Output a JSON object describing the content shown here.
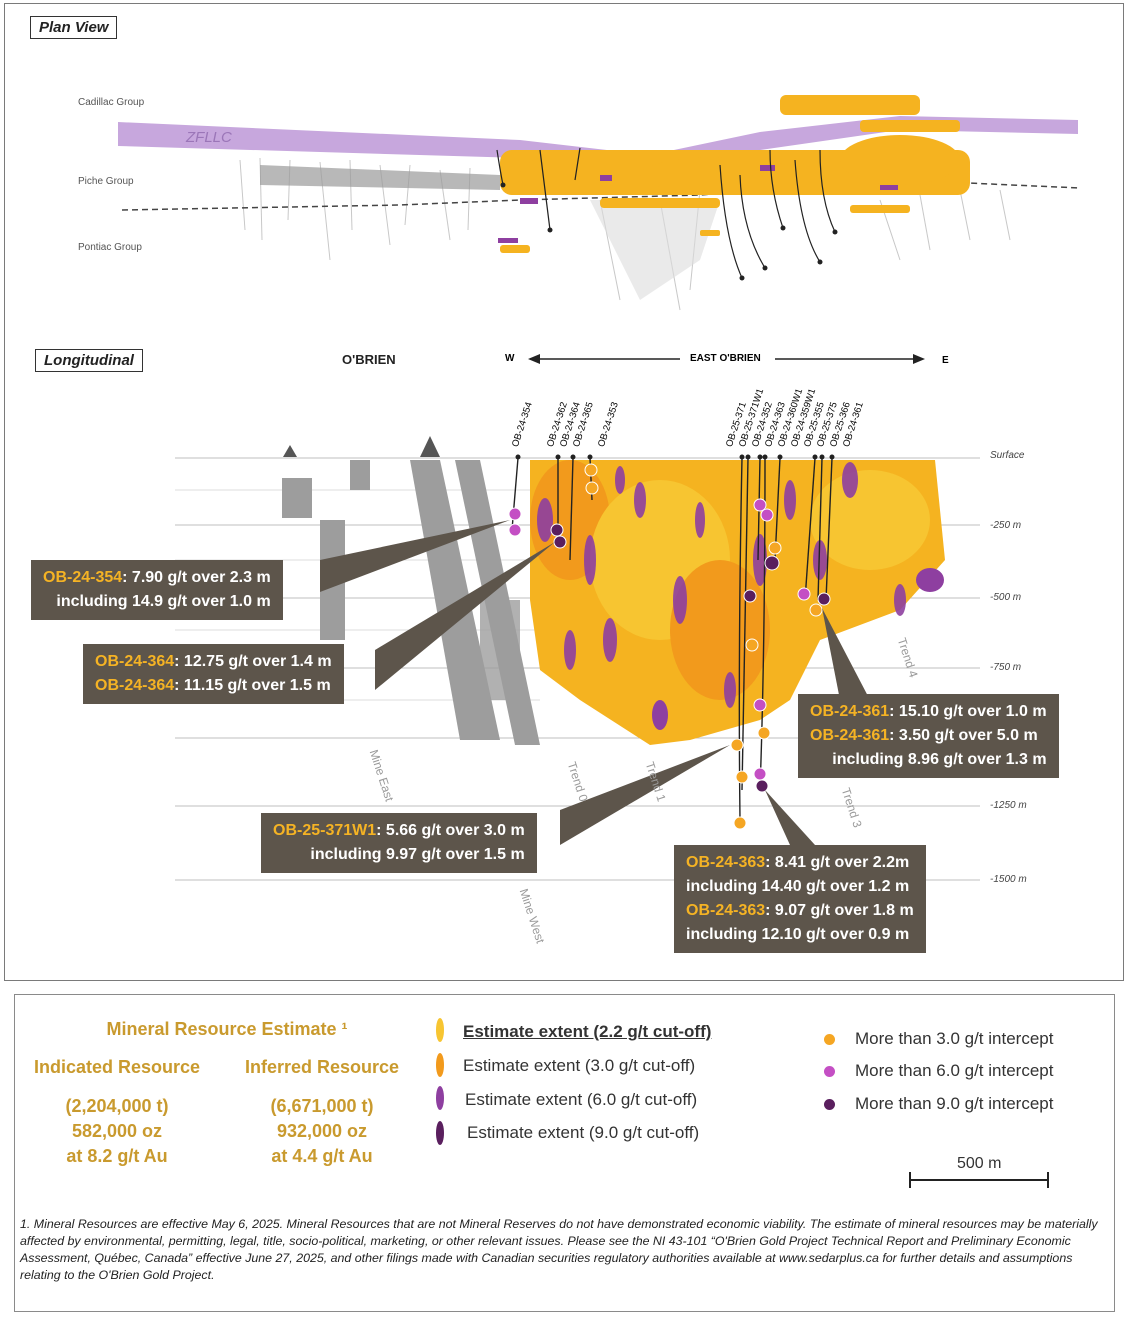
{
  "plan_view": {
    "tag": "Plan View",
    "cadillac": "Cadillac Group",
    "zfllc": "ZFLLC",
    "piche": "Piche Group",
    "pontiac": "Pontiac Group"
  },
  "longitudinal": {
    "tag": "Longitudinal",
    "obrien": "O'BRIEN",
    "west": "W",
    "east_obrien": "EAST O'BRIEN",
    "east": "E",
    "holes_left": [
      "OB-24-354",
      "OB-24-362",
      "OB-24-364",
      "OB-24-365",
      "OB-24-353"
    ],
    "holes_right": [
      "OB-25-371",
      "OB-25-371W1",
      "OB-24-352",
      "OB-24-363",
      "OB-24-360W1",
      "OB-24-359W1",
      "OB-25-355",
      "OB-25-375",
      "OB-25-366",
      "OB-24-361"
    ],
    "depths": [
      "Surface",
      "-250 m",
      "-500 m",
      "-750 m",
      "-1250 m",
      "-1500 m"
    ],
    "trends": [
      "Mine East",
      "Trend 0",
      "Trend 1",
      "Trend 3",
      "Trend 4",
      "Mine West"
    ]
  },
  "callouts": {
    "c354": {
      "id": "OB-24-354",
      "l1": ": 7.90 g/t over 2.3 m",
      "l2": "including 14.9 g/t over 1.0 m"
    },
    "c364": {
      "id1": "OB-24-364",
      "l1": ": 12.75 g/t over 1.4 m",
      "id2": "OB-24-364",
      "l2": ": 11.15 g/t over 1.5 m"
    },
    "c361": {
      "id1": "OB-24-361",
      "l1": ": 15.10 g/t over 1.0 m",
      "id2": "OB-24-361",
      "l2": ": 3.50 g/t over 5.0 m",
      "l3": "including 8.96 g/t over 1.3 m"
    },
    "c371": {
      "id": "OB-25-371W1",
      "l1": ": 5.66 g/t over 3.0 m",
      "l2": "including 9.97 g/t over 1.5 m"
    },
    "c363": {
      "id1": "OB-24-363",
      "l1": ": 8.41 g/t over 2.2m",
      "l2": "including 14.40 g/t over 1.2 m",
      "id2": "OB-24-363",
      "l3": ": 9.07 g/t over 1.8 m",
      "l4": "including 12.10 g/t over 0.9 m"
    }
  },
  "legend": {
    "title": "Mineral Resource Estimate ¹",
    "indicated": {
      "head": "Indicated Resource",
      "t": "(2,204,000 t)",
      "oz": "582,000 oz",
      "grade": "at 8.2 g/t Au"
    },
    "inferred": {
      "head": "Inferred Resource",
      "t": "(6,671,000 t)",
      "oz": "932,000 oz",
      "grade": "at 4.4 g/t Au"
    },
    "extents": [
      "Estimate extent (2.2  g/t cut-off)",
      "Estimate extent (3.0  g/t cut-off)",
      "Estimate extent (6.0 g/t cut-off)",
      "Estimate extent (9.0 g/t cut-off)"
    ],
    "intercepts": [
      "More than 3.0 g/t intercept",
      "More than 6.0 g/t intercept",
      "More than 9.0 g/t intercept"
    ],
    "scale": "500 m",
    "colors": {
      "light_gold": "#f7c531",
      "orange": "#f29a1c",
      "purple": "#8e3fa0",
      "dark_purple": "#5a1f5e",
      "callout_bg": "#5d554b",
      "id_gold": "#f5b324"
    }
  },
  "footnote": "1. Mineral Resources are effective May 6, 2025. Mineral Resources that are not Mineral Reserves do not have demonstrated economic viability. The estimate of mineral resources may be materially affected by environmental, permitting, legal, title, socio-political, marketing, or other relevant issues. Please see the NI 43-101 “O'Brien Gold Project Technical Report and Preliminary Economic Assessment, Québec, Canada” effective June 27, 2025, and other filings made with Canadian securities regulatory authorities available at www.sedarplus.ca for further details and assumptions relating to the O'Brien Gold Project."
}
